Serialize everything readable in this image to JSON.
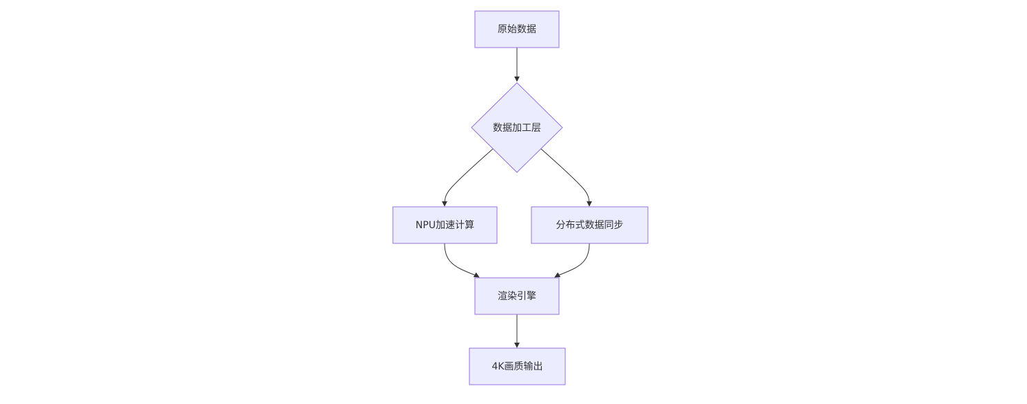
{
  "diagram": {
    "type": "flowchart",
    "direction": "top-down",
    "colors": {
      "node_fill": "#ECECFF",
      "node_stroke": "#9370DB",
      "edge": "#333333",
      "text": "#333333"
    },
    "nodes": {
      "raw_data": {
        "label": "原始数据",
        "shape": "rectangle"
      },
      "processing_layer": {
        "label": "数据加工层",
        "shape": "diamond"
      },
      "npu_compute": {
        "label": "NPU加速计算",
        "shape": "rectangle"
      },
      "distributed_sync": {
        "label": "分布式数据同步",
        "shape": "rectangle"
      },
      "render_engine": {
        "label": "渲染引擎",
        "shape": "rectangle"
      },
      "output_4k": {
        "label": "4K画质输出",
        "shape": "rectangle"
      }
    },
    "edges": [
      {
        "from": "raw_data",
        "to": "processing_layer"
      },
      {
        "from": "processing_layer",
        "to": "npu_compute"
      },
      {
        "from": "processing_layer",
        "to": "distributed_sync"
      },
      {
        "from": "npu_compute",
        "to": "render_engine"
      },
      {
        "from": "distributed_sync",
        "to": "render_engine"
      },
      {
        "from": "render_engine",
        "to": "output_4k"
      }
    ]
  }
}
